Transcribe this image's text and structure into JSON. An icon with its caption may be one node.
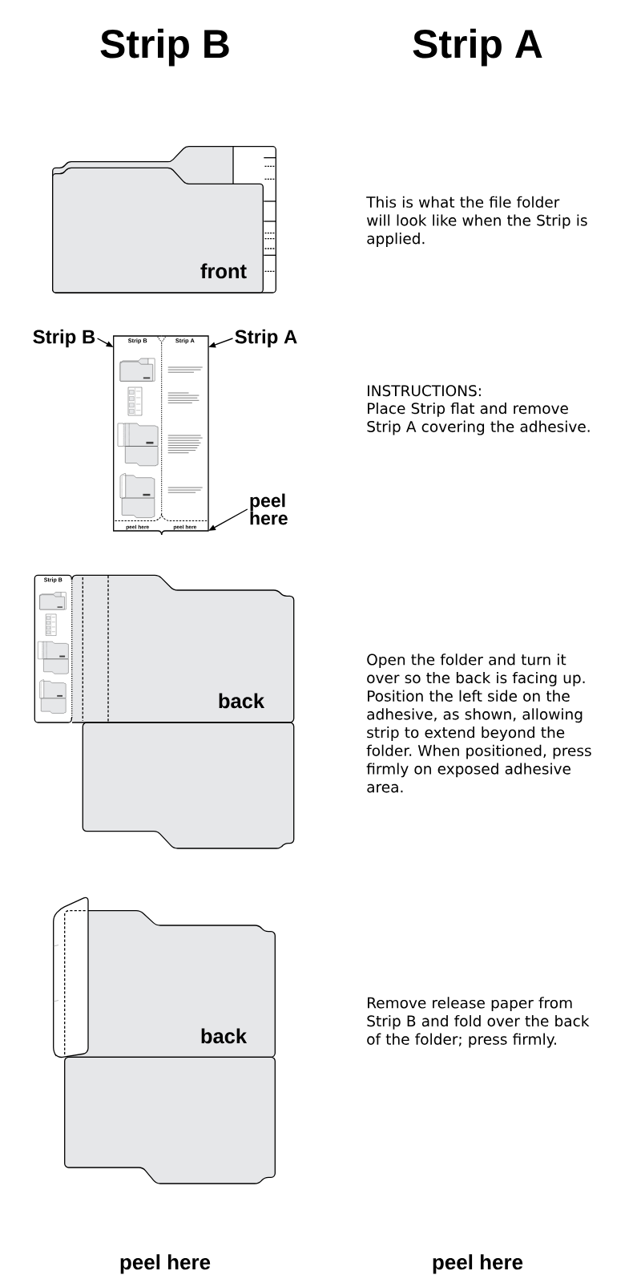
{
  "diagram": {
    "nodes": [
      {
        "text": [
          "front"
        ]
      },
      {
        "text": [
          "Strip B"
        ]
      },
      {
        "text": [
          "Strip B",
          "peel here"
        ]
      },
      {
        "text": [
          "Strip A",
          "peel here"
        ]
      },
      {
        "text": [
          "Strip A"
        ]
      },
      {
        "text": [
          "peel here"
        ]
      },
      {
        "text": [
          "Strip B"
        ]
      },
      {
        "text": [
          "back"
        ]
      },
      {
        "text": [
          "back"
        ]
      }
    ],
    "edges": [
      {
        "from": 1,
        "to": 2,
        "arrow": "to"
      },
      {
        "from": 4,
        "to": 3,
        "arrow": "to"
      },
      {
        "from": 5,
        "to": 3,
        "arrow": "to"
      }
    ],
    "labels": [
      "Strip B",
      "Strip A",
      "This is what the file folder will look like when the Strip is applied.",
      "INSTRUCTIONS:",
      "Place Strip flat and remove Strip A covering the adhesive.",
      "Open the folder and turn it over so the back is facing up. Position the left side on the adhesive, as shown, allowing strip to extend beyond the folder. When positioned, press firmly on exposed adhesive area.",
      "Remove release paper from Strip B and fold over the back of the folder; press firmly.",
      "peel here",
      "peel here"
    ]
  }
}
